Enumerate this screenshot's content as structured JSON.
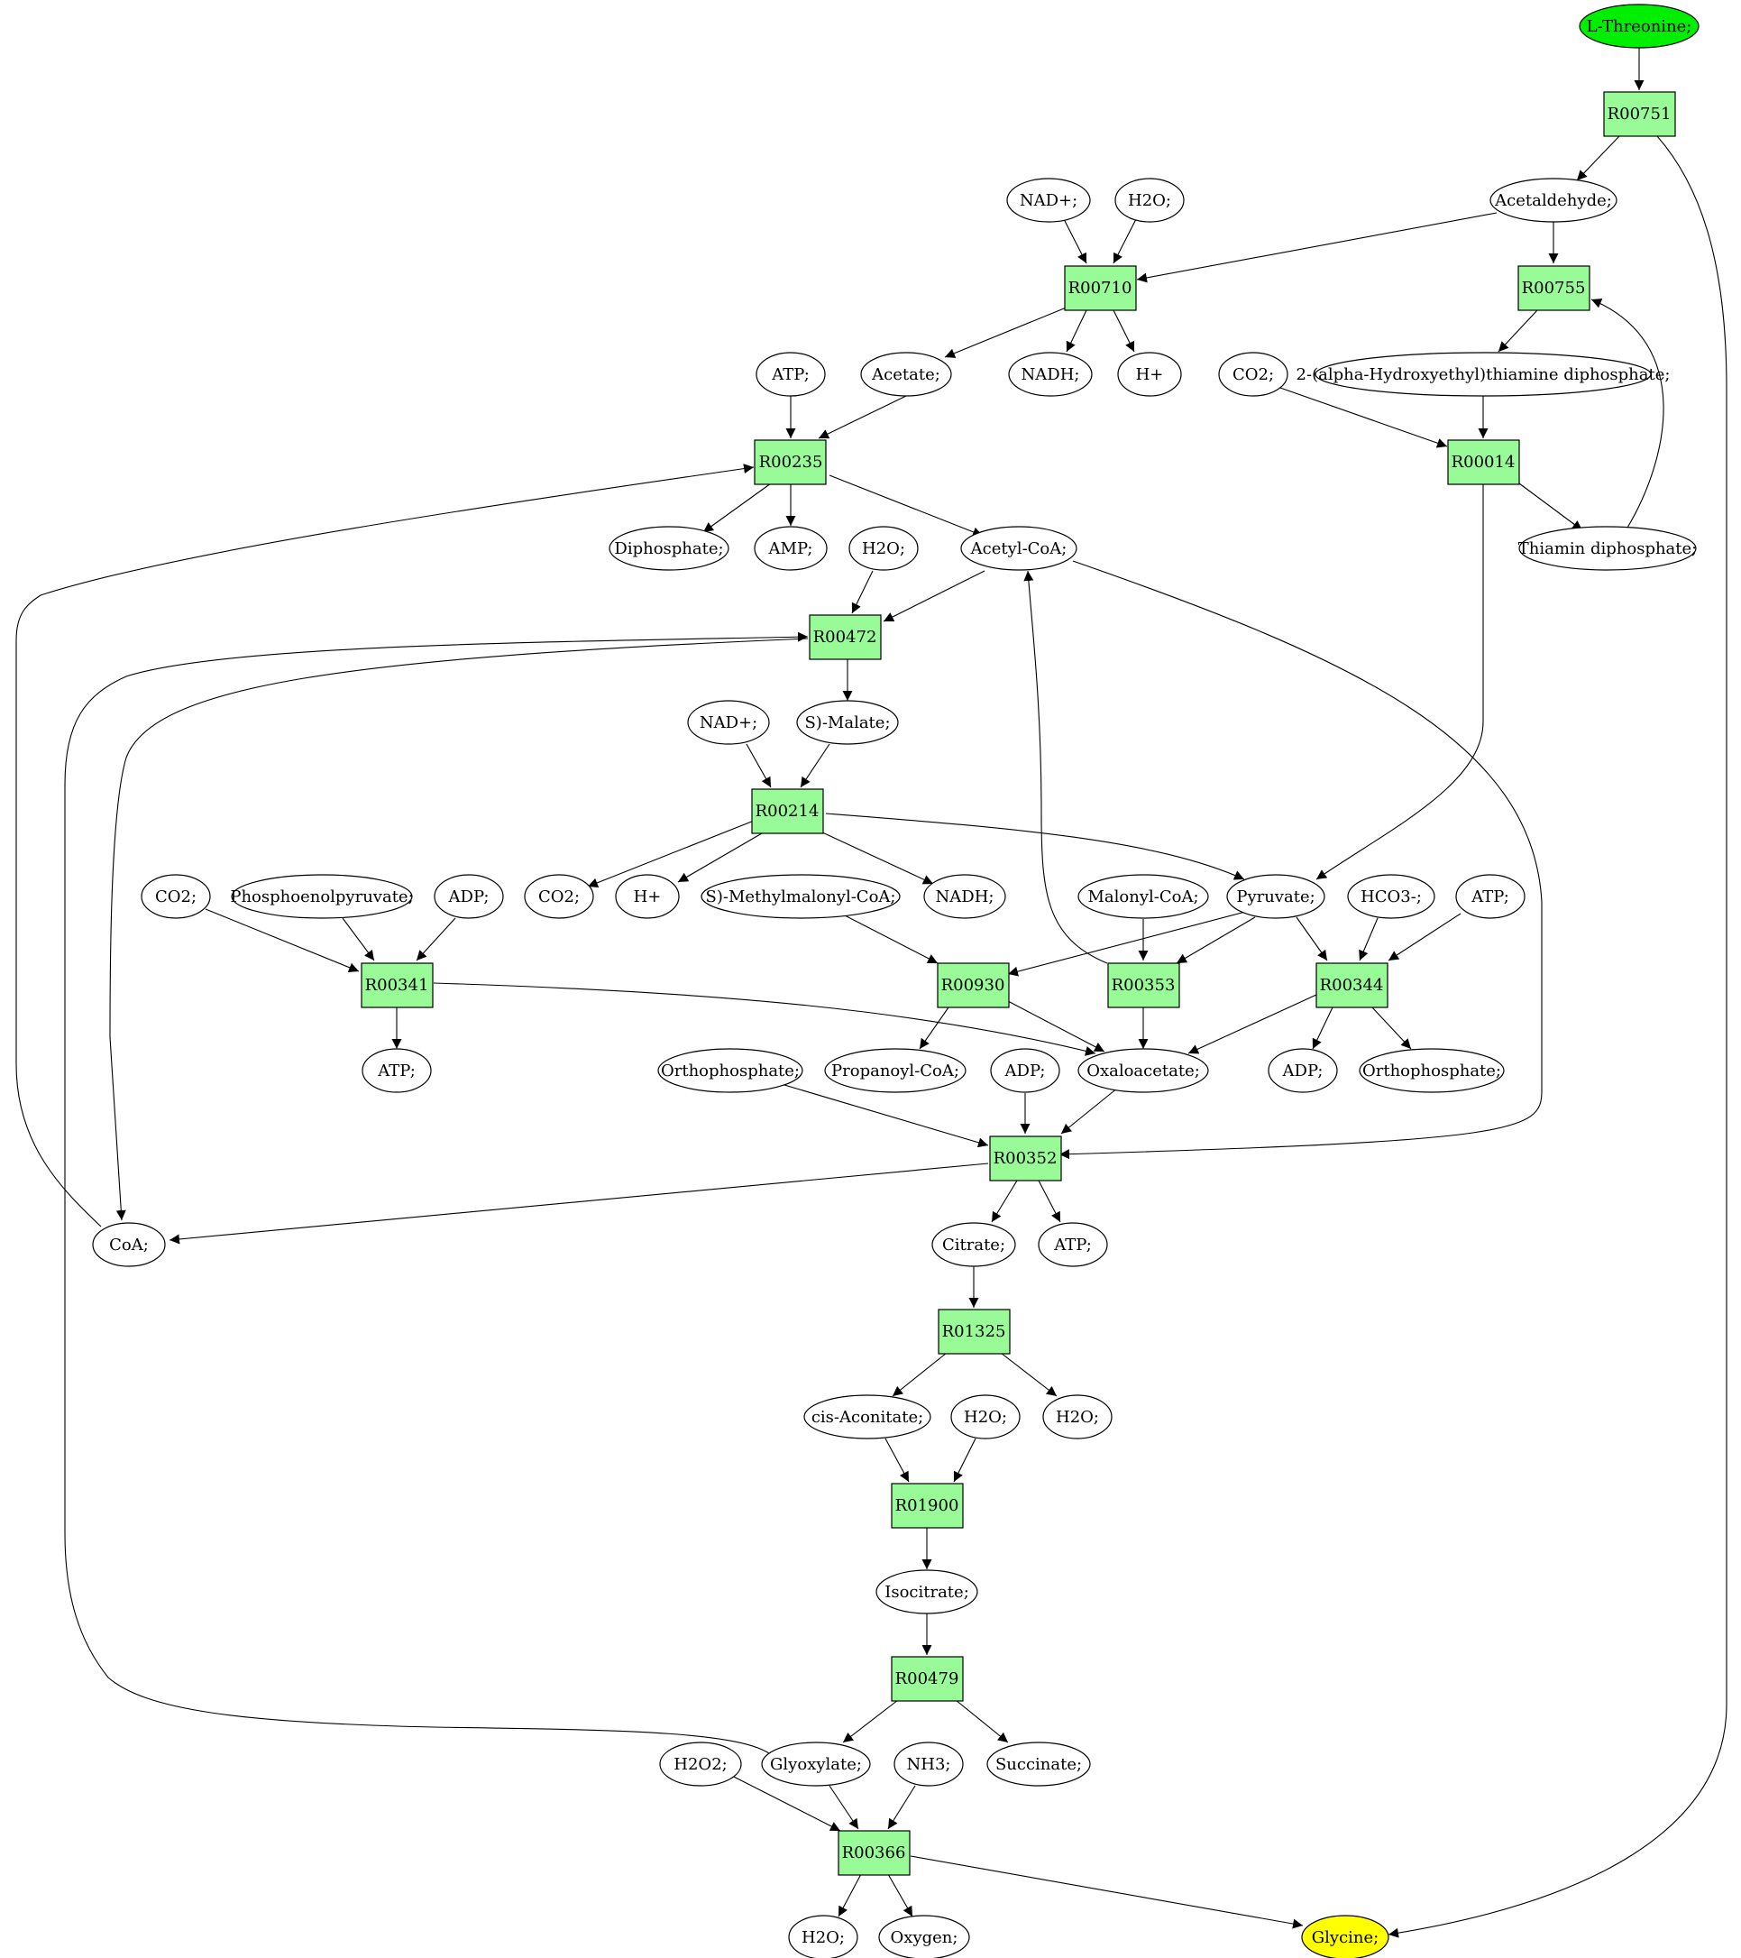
{
  "colors": {
    "reaction_fill": "#98fb98",
    "start_fill": "#00ee00",
    "end_fill": "#ffff00",
    "metabolite_fill": "#ffffff",
    "stroke": "#000000"
  },
  "reactions": [
    {
      "id": "r_R00751",
      "label": "R00751"
    },
    {
      "id": "r_R00710",
      "label": "R00710"
    },
    {
      "id": "r_R00755",
      "label": "R00755"
    },
    {
      "id": "r_R00235",
      "label": "R00235"
    },
    {
      "id": "r_R00014",
      "label": "R00014"
    },
    {
      "id": "r_R00472",
      "label": "R00472"
    },
    {
      "id": "r_R00214",
      "label": "R00214"
    },
    {
      "id": "r_R00341",
      "label": "R00341"
    },
    {
      "id": "r_R00930",
      "label": "R00930"
    },
    {
      "id": "r_R00353",
      "label": "R00353"
    },
    {
      "id": "r_R00344",
      "label": "R00344"
    },
    {
      "id": "r_R00352",
      "label": "R00352"
    },
    {
      "id": "r_R01325",
      "label": "R01325"
    },
    {
      "id": "r_R01900",
      "label": "R01900"
    },
    {
      "id": "r_R00479",
      "label": "R00479"
    },
    {
      "id": "r_R00366",
      "label": "R00366"
    }
  ],
  "metabolites": [
    {
      "id": "m_thr",
      "label": "L-Threonine;",
      "role": "start"
    },
    {
      "id": "m_nad1",
      "label": "NAD+;"
    },
    {
      "id": "m_h2o1",
      "label": "H2O;"
    },
    {
      "id": "m_acald",
      "label": "Acetaldehyde;"
    },
    {
      "id": "m_atp1",
      "label": "ATP;"
    },
    {
      "id": "m_acetate",
      "label": "Acetate;"
    },
    {
      "id": "m_nadh1",
      "label": "NADH;"
    },
    {
      "id": "m_hplus1",
      "label": "H+"
    },
    {
      "id": "m_co2a",
      "label": "CO2;"
    },
    {
      "id": "m_hetpp",
      "label": "2-(alpha-Hydroxyethyl)thiamine diphosphate;"
    },
    {
      "id": "m_dipho",
      "label": "Diphosphate;"
    },
    {
      "id": "m_amp",
      "label": "AMP;"
    },
    {
      "id": "m_h2o2",
      "label": "H2O;"
    },
    {
      "id": "m_accoa",
      "label": "Acetyl-CoA;"
    },
    {
      "id": "m_tpp",
      "label": "Thiamin diphosphate;"
    },
    {
      "id": "m_nad2",
      "label": "NAD+;"
    },
    {
      "id": "m_malate",
      "label": "S)-Malate;"
    },
    {
      "id": "m_co2b",
      "label": "CO2;"
    },
    {
      "id": "m_pep",
      "label": "Phosphoenolpyruvate;"
    },
    {
      "id": "m_adp1",
      "label": "ADP;"
    },
    {
      "id": "m_co2c",
      "label": "CO2;"
    },
    {
      "id": "m_hplus2",
      "label": "H+"
    },
    {
      "id": "m_mmcoa",
      "label": "S)-Methylmalonyl-CoA;"
    },
    {
      "id": "m_nadh2",
      "label": "NADH;"
    },
    {
      "id": "m_malcoa",
      "label": "Malonyl-CoA;"
    },
    {
      "id": "m_pyr",
      "label": "Pyruvate;"
    },
    {
      "id": "m_hco3",
      "label": "HCO3-;"
    },
    {
      "id": "m_atp2",
      "label": "ATP;"
    },
    {
      "id": "m_atp3",
      "label": "ATP;"
    },
    {
      "id": "m_pi1",
      "label": "Orthophosphate;"
    },
    {
      "id": "m_propcoa",
      "label": "Propanoyl-CoA;"
    },
    {
      "id": "m_adp2",
      "label": "ADP;"
    },
    {
      "id": "m_oaa",
      "label": "Oxaloacetate;"
    },
    {
      "id": "m_adp3",
      "label": "ADP;"
    },
    {
      "id": "m_pi2",
      "label": "Orthophosphate;"
    },
    {
      "id": "m_coa",
      "label": "CoA;"
    },
    {
      "id": "m_cit",
      "label": "Citrate;"
    },
    {
      "id": "m_atp4",
      "label": "ATP;"
    },
    {
      "id": "m_cisacon",
      "label": "cis-Aconitate;"
    },
    {
      "id": "m_h2o3",
      "label": "H2O;"
    },
    {
      "id": "m_h2o4",
      "label": "H2O;"
    },
    {
      "id": "m_icit",
      "label": "Isocitrate;"
    },
    {
      "id": "m_h2o2b",
      "label": "H2O2;"
    },
    {
      "id": "m_glyox",
      "label": "Glyoxylate;"
    },
    {
      "id": "m_nh3",
      "label": "NH3;"
    },
    {
      "id": "m_succ",
      "label": "Succinate;"
    },
    {
      "id": "m_h2o5",
      "label": "H2O;"
    },
    {
      "id": "m_oxy",
      "label": "Oxygen;"
    },
    {
      "id": "m_gly",
      "label": "Glycine;",
      "role": "end"
    }
  ]
}
